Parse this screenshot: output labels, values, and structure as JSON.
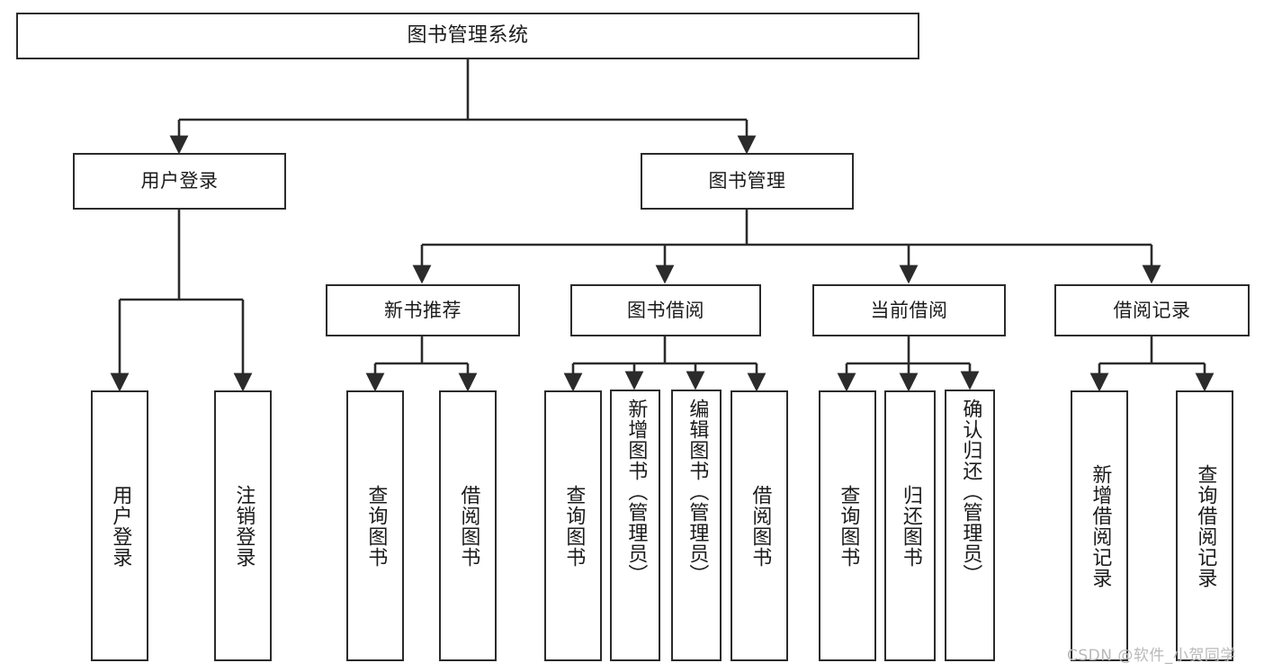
{
  "diagram": {
    "type": "tree-hierarchy",
    "title": "图书管理系统",
    "root": {
      "id": "root",
      "label": "图书管理系统"
    },
    "level2": [
      {
        "id": "user-login",
        "label": "用户登录"
      },
      {
        "id": "book-manage",
        "label": "图书管理"
      }
    ],
    "level3": [
      {
        "id": "new-book-recommend",
        "label": "新书推荐",
        "parent": "book-manage"
      },
      {
        "id": "book-borrow",
        "label": "图书借阅",
        "parent": "book-manage"
      },
      {
        "id": "current-borrow",
        "label": "当前借阅",
        "parent": "book-manage"
      },
      {
        "id": "borrow-record",
        "label": "借阅记录",
        "parent": "book-manage"
      }
    ],
    "leaves": [
      {
        "id": "leaf-user-login",
        "label": "用户登录",
        "parent": "user-login"
      },
      {
        "id": "leaf-logout",
        "label": "注销登录",
        "parent": "user-login"
      },
      {
        "id": "leaf-query-book-1",
        "label": "查询图书",
        "parent": "new-book-recommend"
      },
      {
        "id": "leaf-borrow-book-1",
        "label": "借阅图书",
        "parent": "new-book-recommend"
      },
      {
        "id": "leaf-query-book-2",
        "label": "查询图书",
        "parent": "book-borrow"
      },
      {
        "id": "leaf-add-book",
        "label": "新增图书（管理员）",
        "parent": "book-borrow"
      },
      {
        "id": "leaf-edit-book",
        "label": "编辑图书（管理员）",
        "parent": "book-borrow"
      },
      {
        "id": "leaf-borrow-book-2",
        "label": "借阅图书",
        "parent": "book-borrow"
      },
      {
        "id": "leaf-query-book-3",
        "label": "查询图书",
        "parent": "current-borrow"
      },
      {
        "id": "leaf-return-book",
        "label": "归还图书",
        "parent": "current-borrow"
      },
      {
        "id": "leaf-confirm-return",
        "label": "确认归还（管理员）",
        "parent": "current-borrow"
      },
      {
        "id": "leaf-add-record",
        "label": "新增借阅记录",
        "parent": "borrow-record"
      },
      {
        "id": "leaf-query-record",
        "label": "查询借阅记录",
        "parent": "borrow-record"
      }
    ],
    "colors": {
      "stroke": "#2b2b2b",
      "node_fill": "#ffffff",
      "text": "#1b1b1b",
      "background": "#ffffff",
      "watermark": "#b9b9b9"
    }
  },
  "watermark": {
    "text": "CSDN @软件_小贺同学"
  }
}
